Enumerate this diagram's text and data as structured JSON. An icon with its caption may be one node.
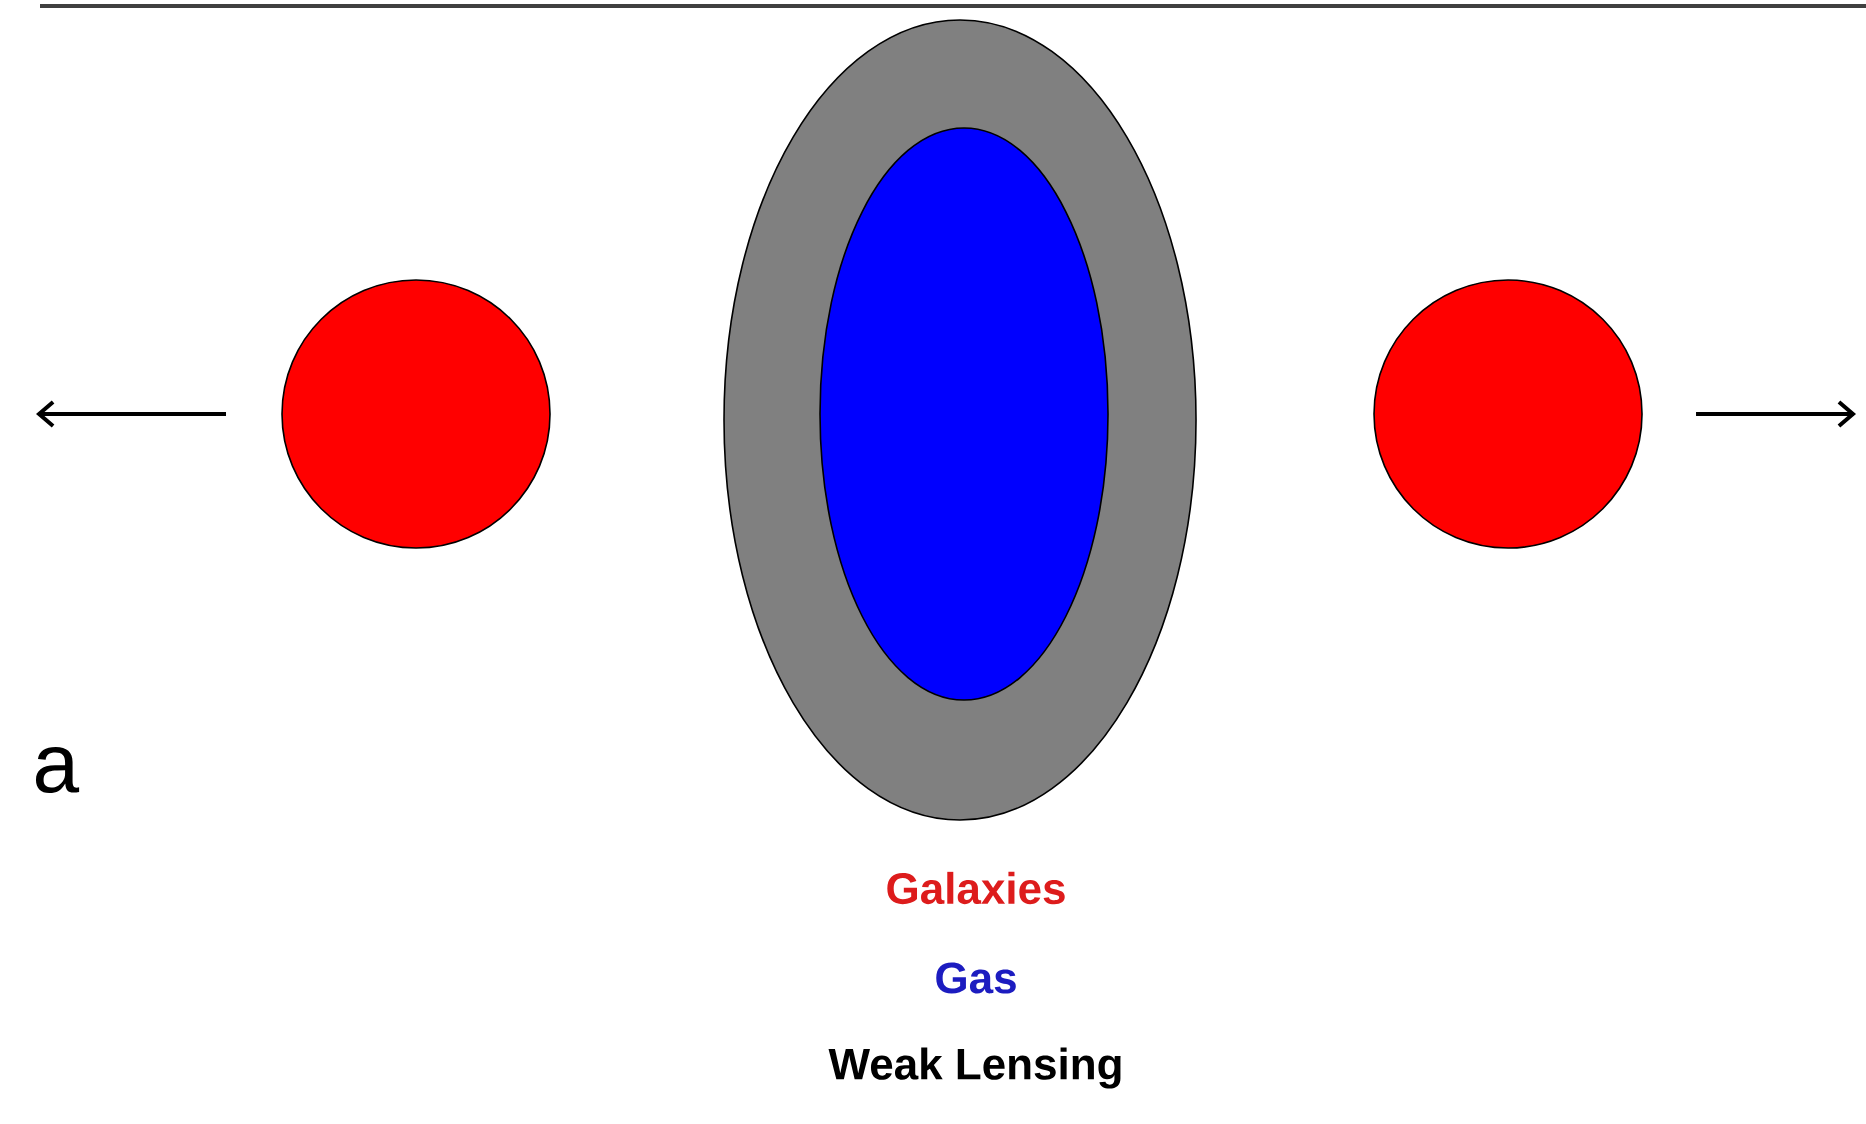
{
  "diagram": {
    "nodes": [
      {
        "text": [],
        "shape": "circle"
      },
      {
        "text": [],
        "shape": "ellipse"
      },
      {
        "text": [],
        "shape": "ellipse",
        "in": 1
      },
      {
        "text": [],
        "shape": "circle"
      }
    ],
    "labels": [
      "a"
    ],
    "legend": [
      {
        "text": "Galaxies",
        "color": "#dd1c1c"
      },
      {
        "text": "Gas",
        "color": "#1c1cc0"
      },
      {
        "text": "Weak Lensing",
        "color": "#000000"
      }
    ]
  }
}
